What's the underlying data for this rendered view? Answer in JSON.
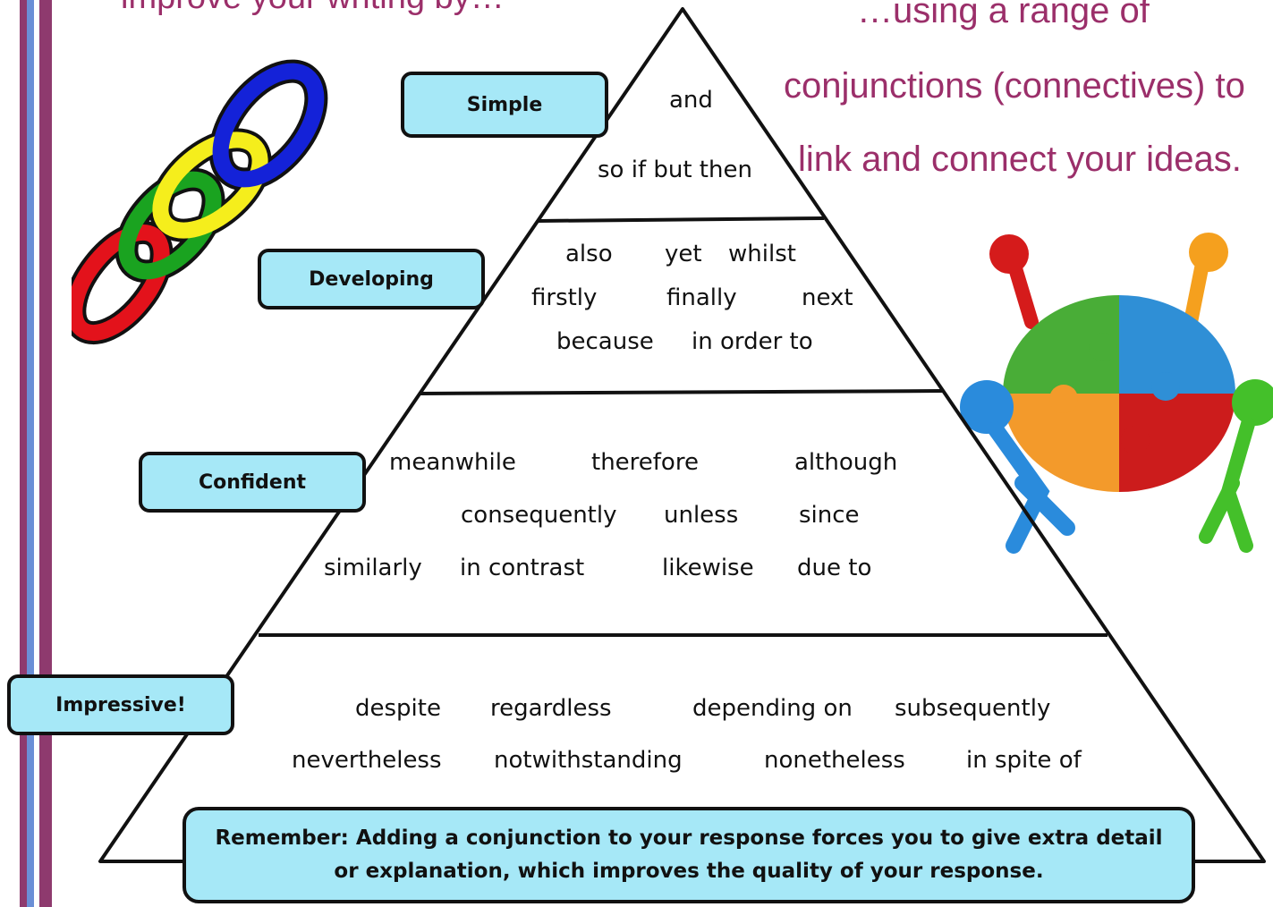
{
  "headings": {
    "left": "improve your writing by…",
    "right_1": "…using a range of",
    "right_2": "conjunctions (connectives) to",
    "right_3": "link and connect your ideas."
  },
  "levels": [
    {
      "label": "Simple",
      "words": [
        "and",
        "so if but then"
      ]
    },
    {
      "label": "Developing",
      "words": [
        "also",
        "yet",
        "whilst",
        "firstly",
        "finally",
        "next",
        "because",
        "in order to"
      ]
    },
    {
      "label": "Confident",
      "words": [
        "meanwhile",
        "therefore",
        "although",
        "consequently",
        "unless",
        "since",
        "similarly",
        "in contrast",
        "likewise",
        "due to"
      ]
    },
    {
      "label": "Impressive!",
      "words": [
        "despite",
        "regardless",
        "depending on",
        "subsequently",
        "nevertheless",
        "notwithstanding",
        "nonetheless",
        "in spite of"
      ]
    }
  ],
  "remember": {
    "line1": "Remember: Adding a conjunction to your response forces you to give extra detail",
    "line2": "or explanation, which improves the quality of your response."
  },
  "colors": {
    "heading": "#9b2f6a",
    "label_fill": "#a6e8f7",
    "stripe_purple": "#8e3a6e",
    "stripe_blue": "#6b8fd6"
  },
  "images": {
    "chain": "chain-links-icon",
    "puzzle": "puzzle-people-icon"
  }
}
